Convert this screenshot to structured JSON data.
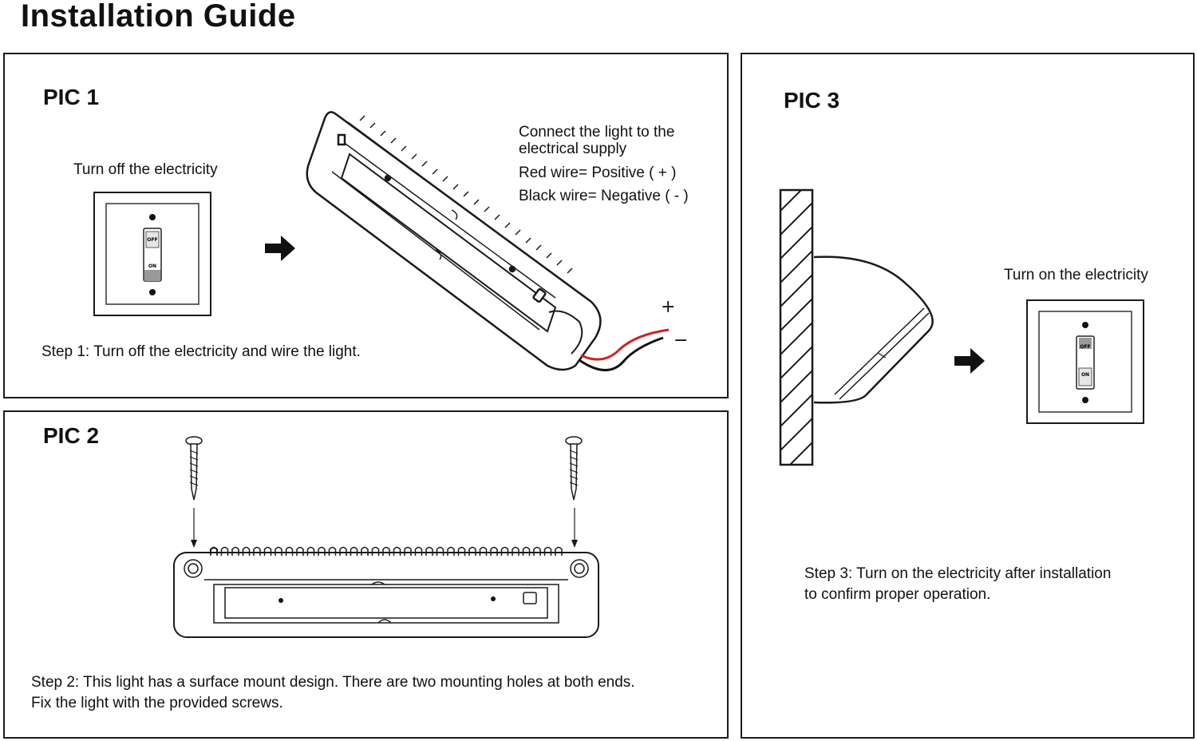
{
  "title": "Installation Guide",
  "pic1": {
    "label": "PIC 1",
    "turn_off_caption": "Turn off the electricity",
    "connect_line1": "Connect the light to the",
    "connect_line2": "electrical supply",
    "red_wire": "Red wire= Positive ( + )",
    "black_wire": "Black wire= Negative ( - )",
    "plus": "+",
    "minus": "−",
    "step": "Step 1: Turn off the electricity and wire the light.",
    "switch_off": "OFF",
    "switch_on": "ON"
  },
  "pic2": {
    "label": "PIC 2",
    "step_line1": "Step 2: This light has a surface mount design. There are two mounting holes at both ends.",
    "step_line2": "Fix the light with the provided screws."
  },
  "pic3": {
    "label": "PIC 3",
    "turn_on_caption": "Turn on the electricity",
    "step_line1": "Step 3: Turn on the electricity after installation",
    "step_line2": "to confirm proper operation.",
    "switch_off": "OFF",
    "switch_on": "ON"
  },
  "colors": {
    "line": "#1a1a1a",
    "red_wire": "#d42020",
    "black_wire": "#111111"
  },
  "icons": [
    "light-switch-icon",
    "arrow-right-icon",
    "led-light-bar-icon",
    "screw-icon",
    "down-arrow-icon",
    "wall-hatch-icon"
  ]
}
